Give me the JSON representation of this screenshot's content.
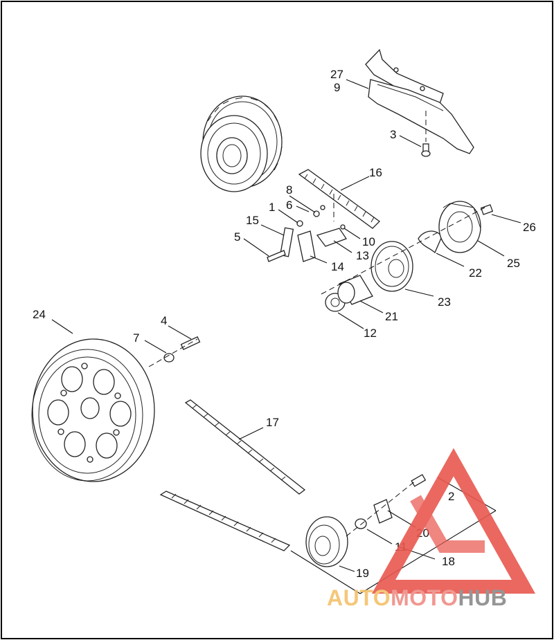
{
  "callouts": {
    "c1": "1",
    "c2": "2",
    "c3": "3",
    "c4": "4",
    "c5": "5",
    "c6": "6",
    "c7": "7",
    "c8": "8",
    "c9": "9",
    "c10": "10",
    "c11": "11",
    "c12": "12",
    "c13": "13",
    "c14": "14",
    "c15": "15",
    "c16": "16",
    "c17": "17",
    "c18": "18",
    "c19": "19",
    "c20": "20",
    "c21": "21",
    "c22": "22",
    "c23": "23",
    "c24": "24",
    "c25": "25",
    "c26": "26",
    "c27": "27"
  },
  "watermark": {
    "part_a": "AUTO",
    "part_b": "MOTO",
    "part_c": "HUB",
    "color_a": "#f3c26b",
    "color_b": "#ef8d86",
    "color_c": "#8a8a8a",
    "triangle_color": "#e8584f"
  }
}
